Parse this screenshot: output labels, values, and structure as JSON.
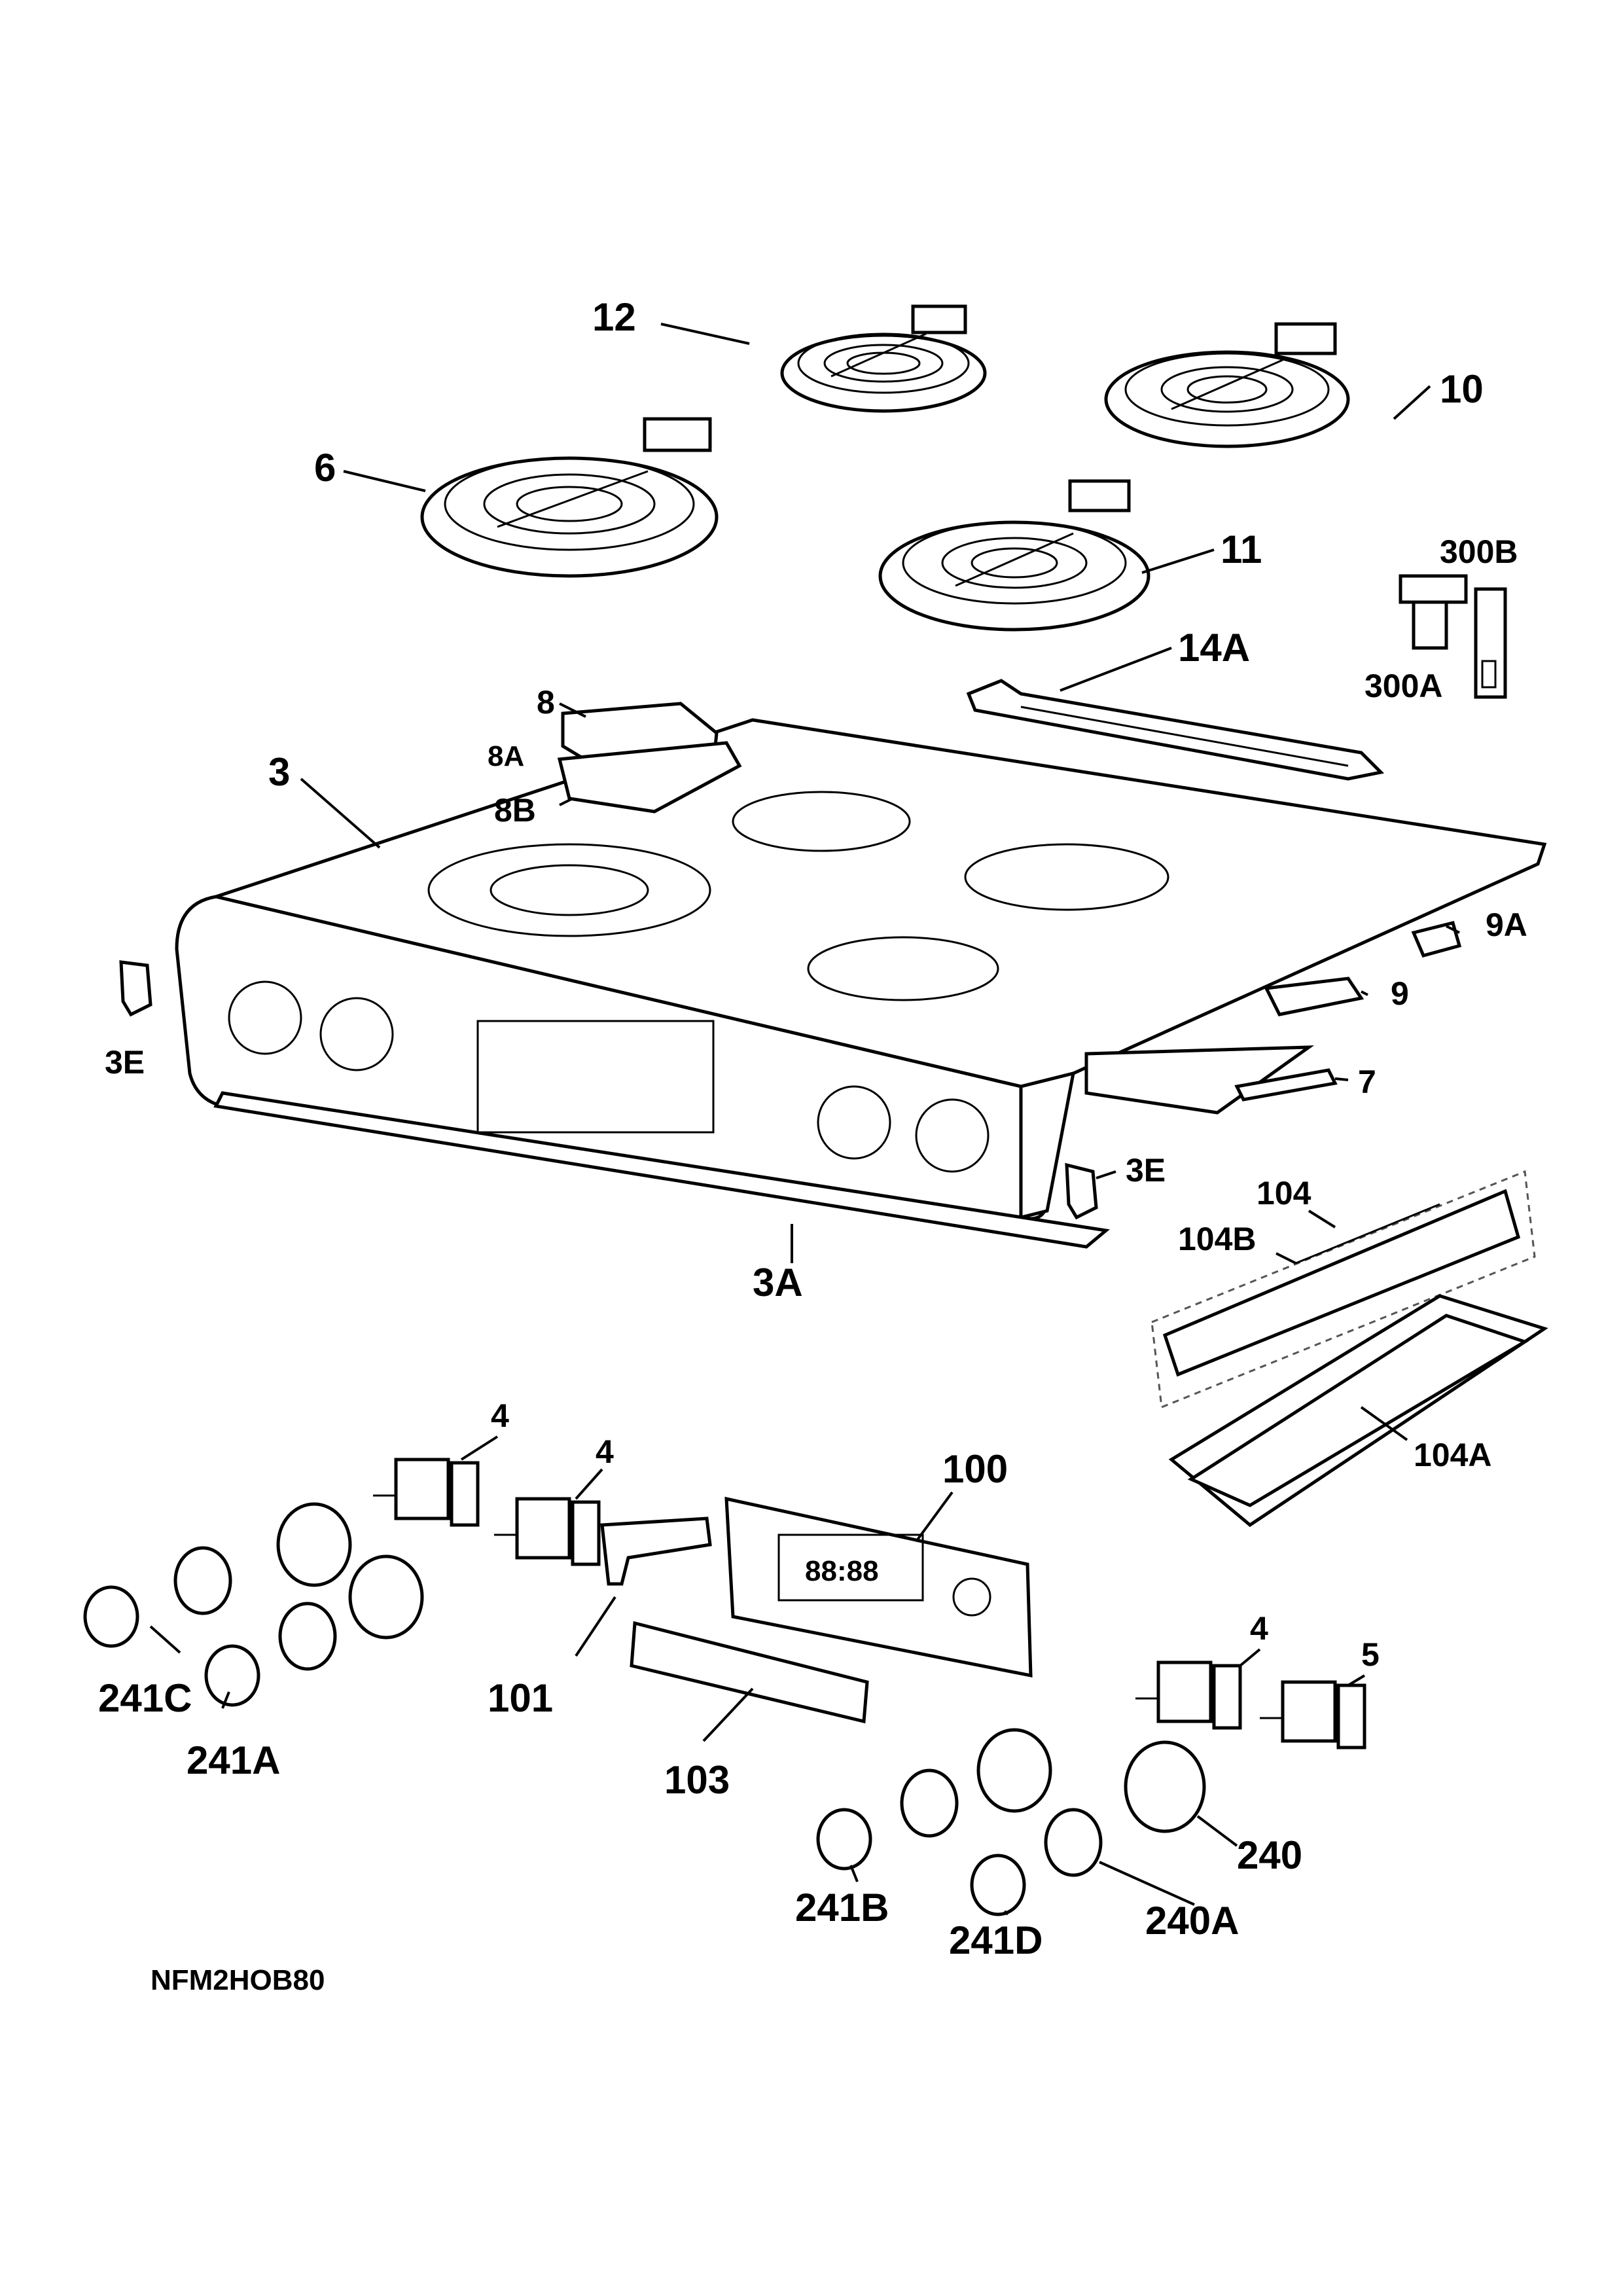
{
  "diagram_code": "NFM2HOB80",
  "labels": {
    "l12": "12",
    "l10": "10",
    "l6": "6",
    "l11": "11",
    "l14a": "14A",
    "l300b": "300B",
    "l300a": "300A",
    "l8": "8",
    "l8a": "8A",
    "l8b": "8B",
    "l3": "3",
    "l9a": "9A",
    "l9": "9",
    "l3e_left": "3E",
    "l7": "7",
    "l3e_right": "3E",
    "l104": "104",
    "l104b": "104B",
    "l3a": "3A",
    "l104a": "104A",
    "l4_a": "4",
    "l4_b": "4",
    "l100": "100",
    "l241c": "241C",
    "l101": "101",
    "l241a": "241A",
    "l103": "103",
    "l4_c": "4",
    "l5": "5",
    "l240": "240",
    "l241b": "241B",
    "l240a": "240A",
    "l241d": "241D"
  },
  "display_digits": "88:88"
}
